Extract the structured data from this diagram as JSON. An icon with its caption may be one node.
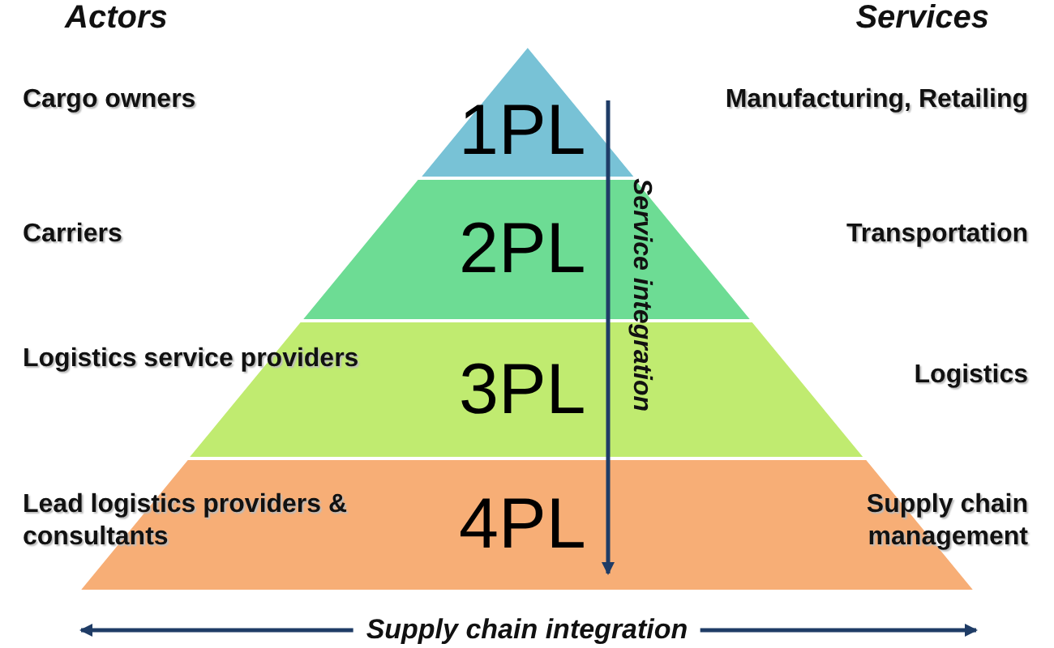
{
  "diagram": {
    "nodes": [
      {
        "text": [
          "1PL"
        ]
      },
      {
        "text": [
          "2PL"
        ]
      },
      {
        "text": [
          "3PL"
        ]
      },
      {
        "text": [
          "4PL"
        ]
      }
    ],
    "labels": [
      "Actors",
      "Services",
      "Cargo owners",
      "Manufacturing, Retailing",
      "Carriers",
      "Transportation",
      "Logistics service providers",
      "Logistics",
      "Lead logistics providers & consultants",
      "Supply chain management",
      "Service integration",
      "Supply chain integration"
    ]
  }
}
